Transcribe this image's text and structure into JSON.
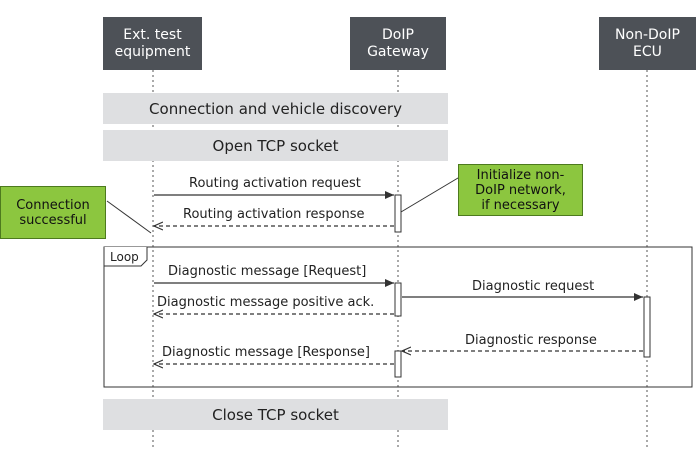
{
  "participants": {
    "test_equipment": "Ext. test\nequipment",
    "gateway": "DoIP\nGateway",
    "ecu": "Non-DoIP\nECU"
  },
  "phases": {
    "discovery": "Connection and vehicle discovery",
    "open_socket": "Open TCP socket",
    "close_socket": "Close TCP socket"
  },
  "notes": {
    "connection": "Connection\nsuccessful",
    "init_network": "Initialize non-\nDoIP network,\nif necessary"
  },
  "loop_label": "Loop",
  "messages": {
    "routing_request": "Routing activation request",
    "routing_response": "Routing activation response",
    "diag_request": "Diagnostic message [Request]",
    "diag_pos_ack": "Diagnostic message positive ack.",
    "ecu_request": "Diagnostic request",
    "ecu_response": "Diagnostic response",
    "diag_response": "Diagnostic message [Response]"
  },
  "colors": {
    "header_bg": "#4d5157",
    "band_bg": "#dedfe1",
    "note_bg": "#8cc63f",
    "line": "#333333"
  }
}
